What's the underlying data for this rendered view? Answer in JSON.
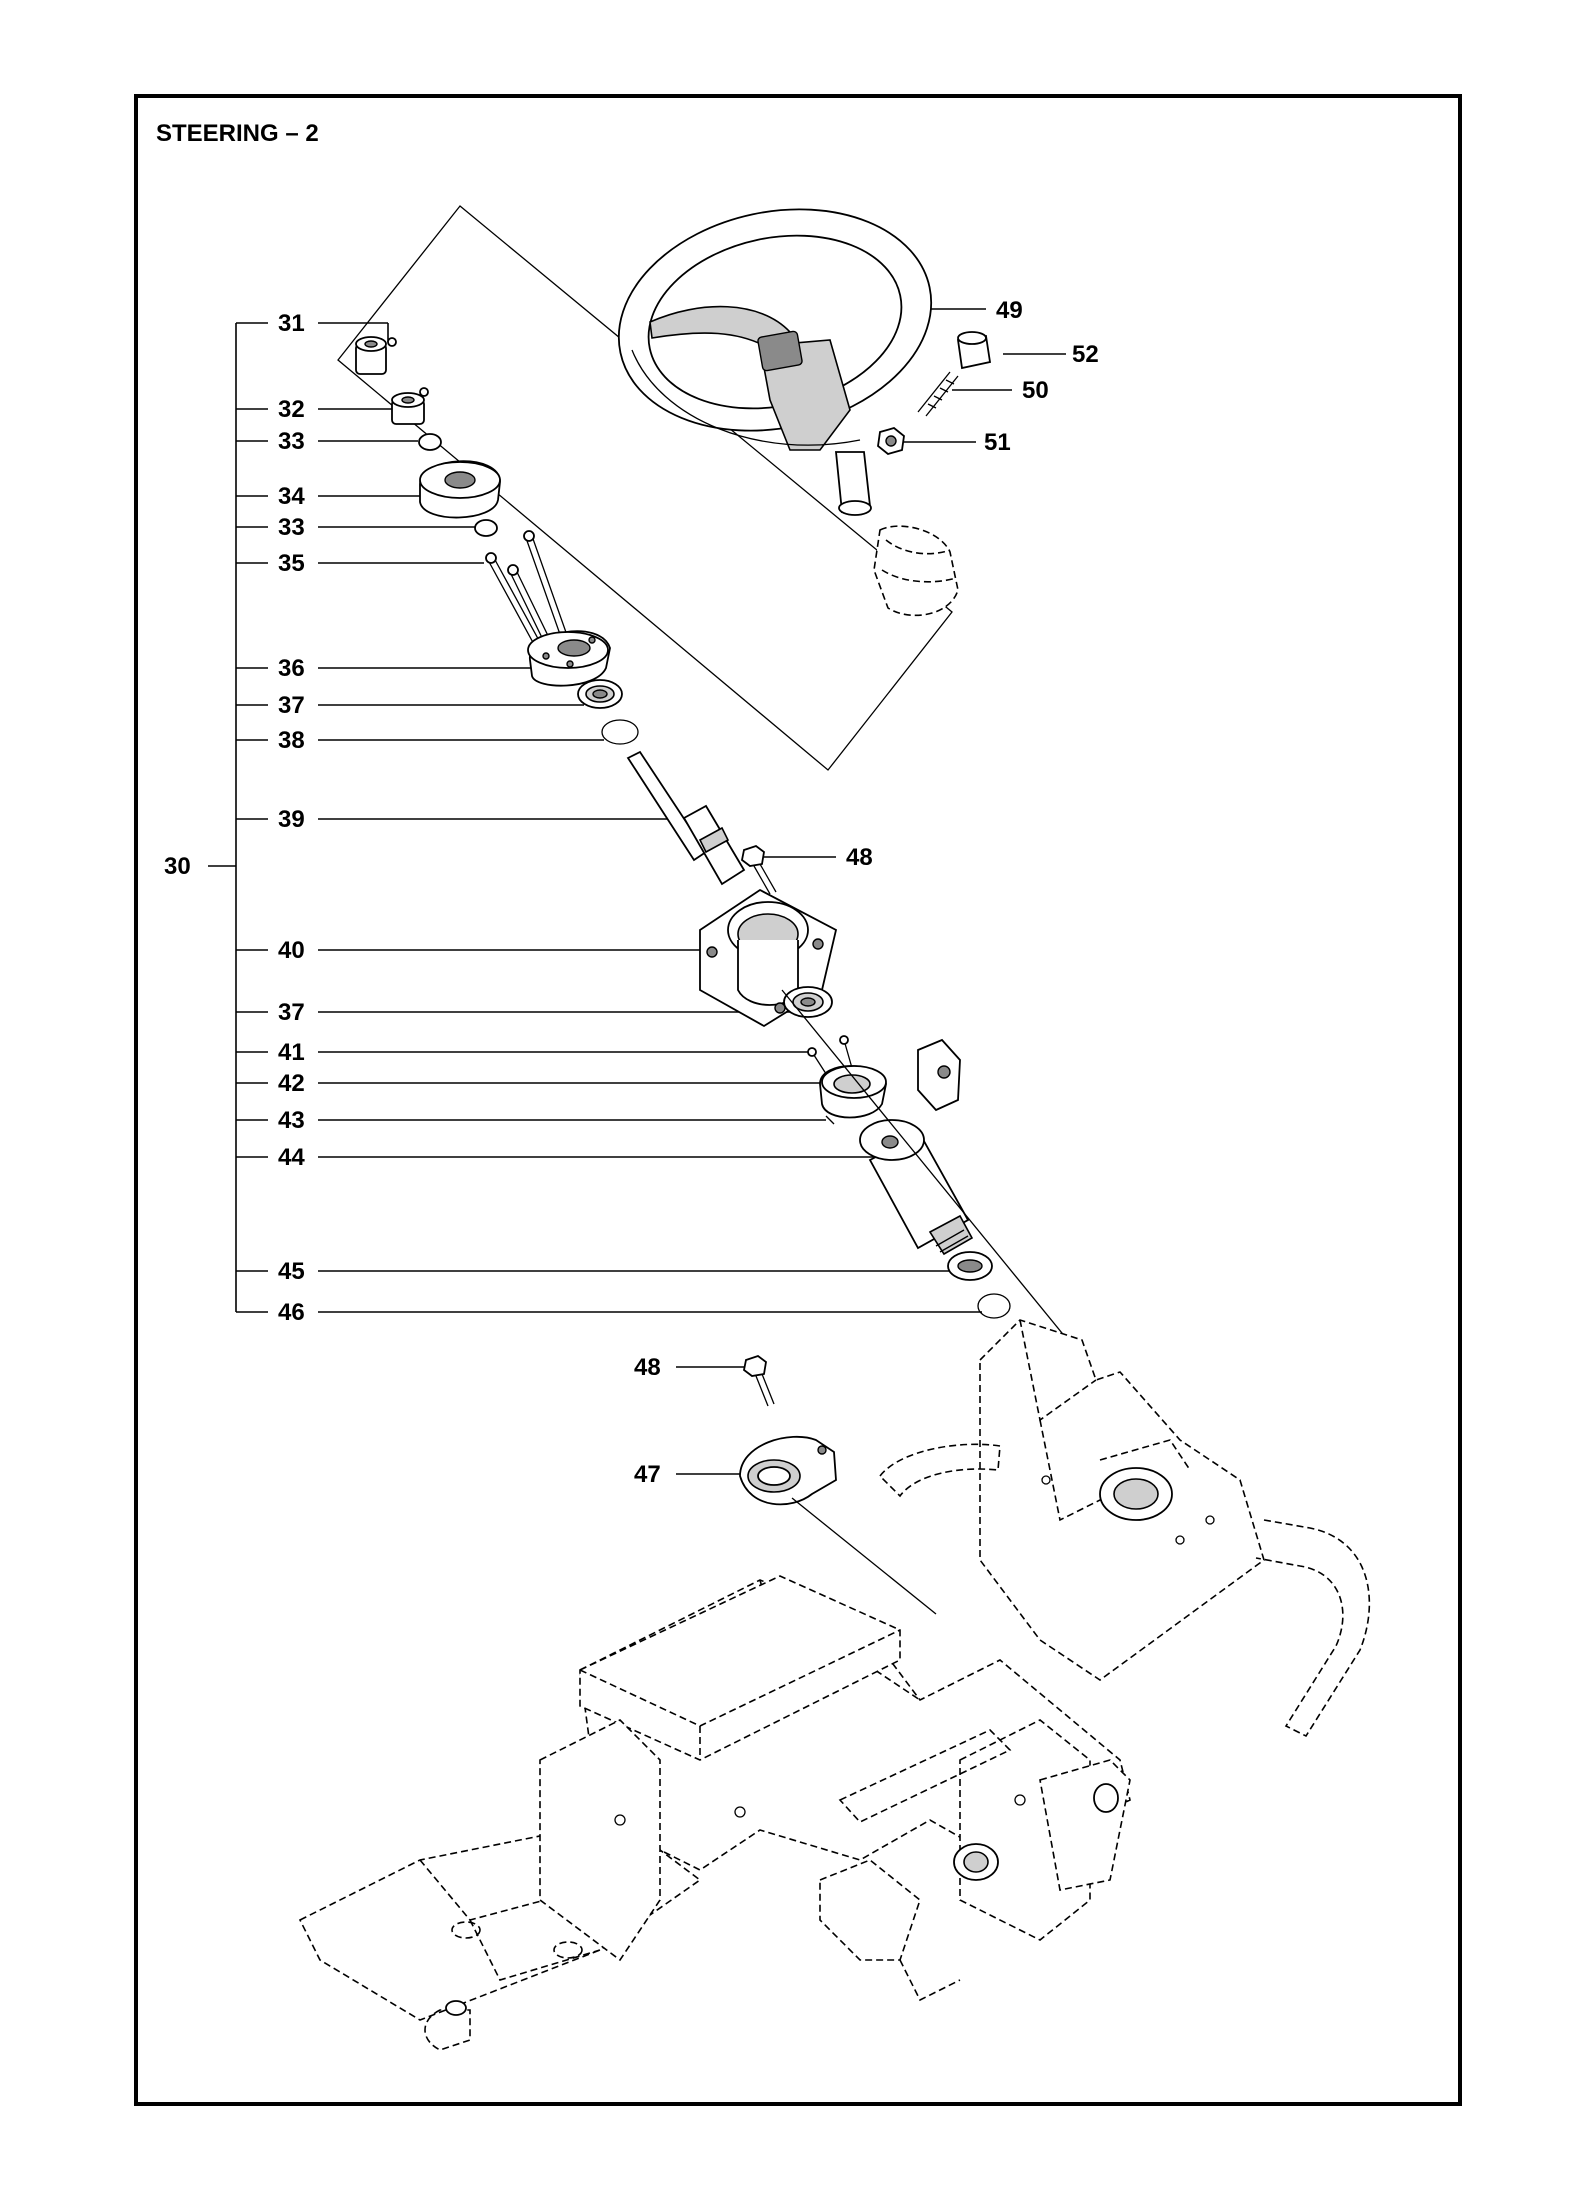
{
  "title": "STEERING – 2",
  "callouts": {
    "c30": "30",
    "c31": "31",
    "c32": "32",
    "c33a": "33",
    "c34": "34",
    "c33b": "33",
    "c35": "35",
    "c36": "36",
    "c37a": "37",
    "c38": "38",
    "c39": "39",
    "c40": "40",
    "c37b": "37",
    "c41": "41",
    "c42": "42",
    "c43": "43",
    "c44": "44",
    "c45": "45",
    "c46": "46",
    "c47": "47",
    "c48a": "48",
    "c48b": "48",
    "c49": "49",
    "c50": "50",
    "c51": "51",
    "c52": "52"
  }
}
